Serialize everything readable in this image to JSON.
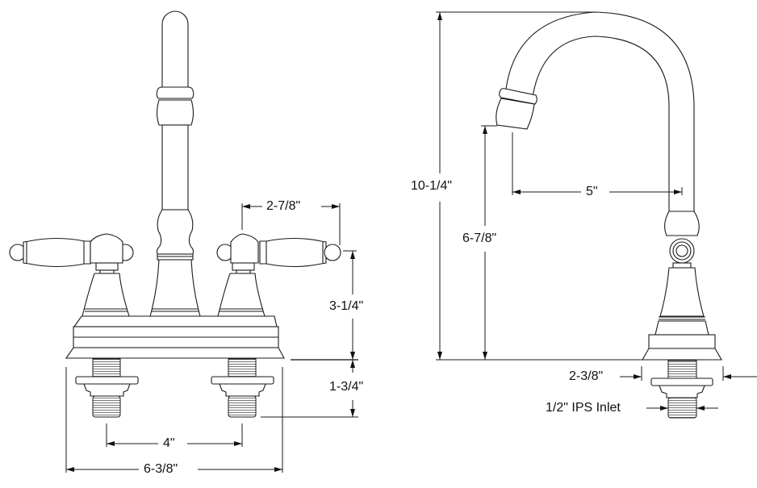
{
  "drawing": {
    "type": "faucet dimension drawing",
    "views": [
      "front",
      "side"
    ],
    "line_color": "#1a1a1a",
    "background": "#ffffff"
  },
  "front_view": {
    "dimensions": {
      "handle_reach": "2-7/8\"",
      "handle_height": "3-1/4\"",
      "shank_length": "1-3/4\"",
      "center_spacing": "4\"",
      "base_width": "6-3/8\""
    }
  },
  "side_view": {
    "dimensions": {
      "overall_height": "10-1/4\"",
      "spout_height": "6-7/8\"",
      "spout_reach": "5\"",
      "base_depth": "2-3/8\"",
      "inlet": "1/2\" IPS Inlet"
    }
  }
}
